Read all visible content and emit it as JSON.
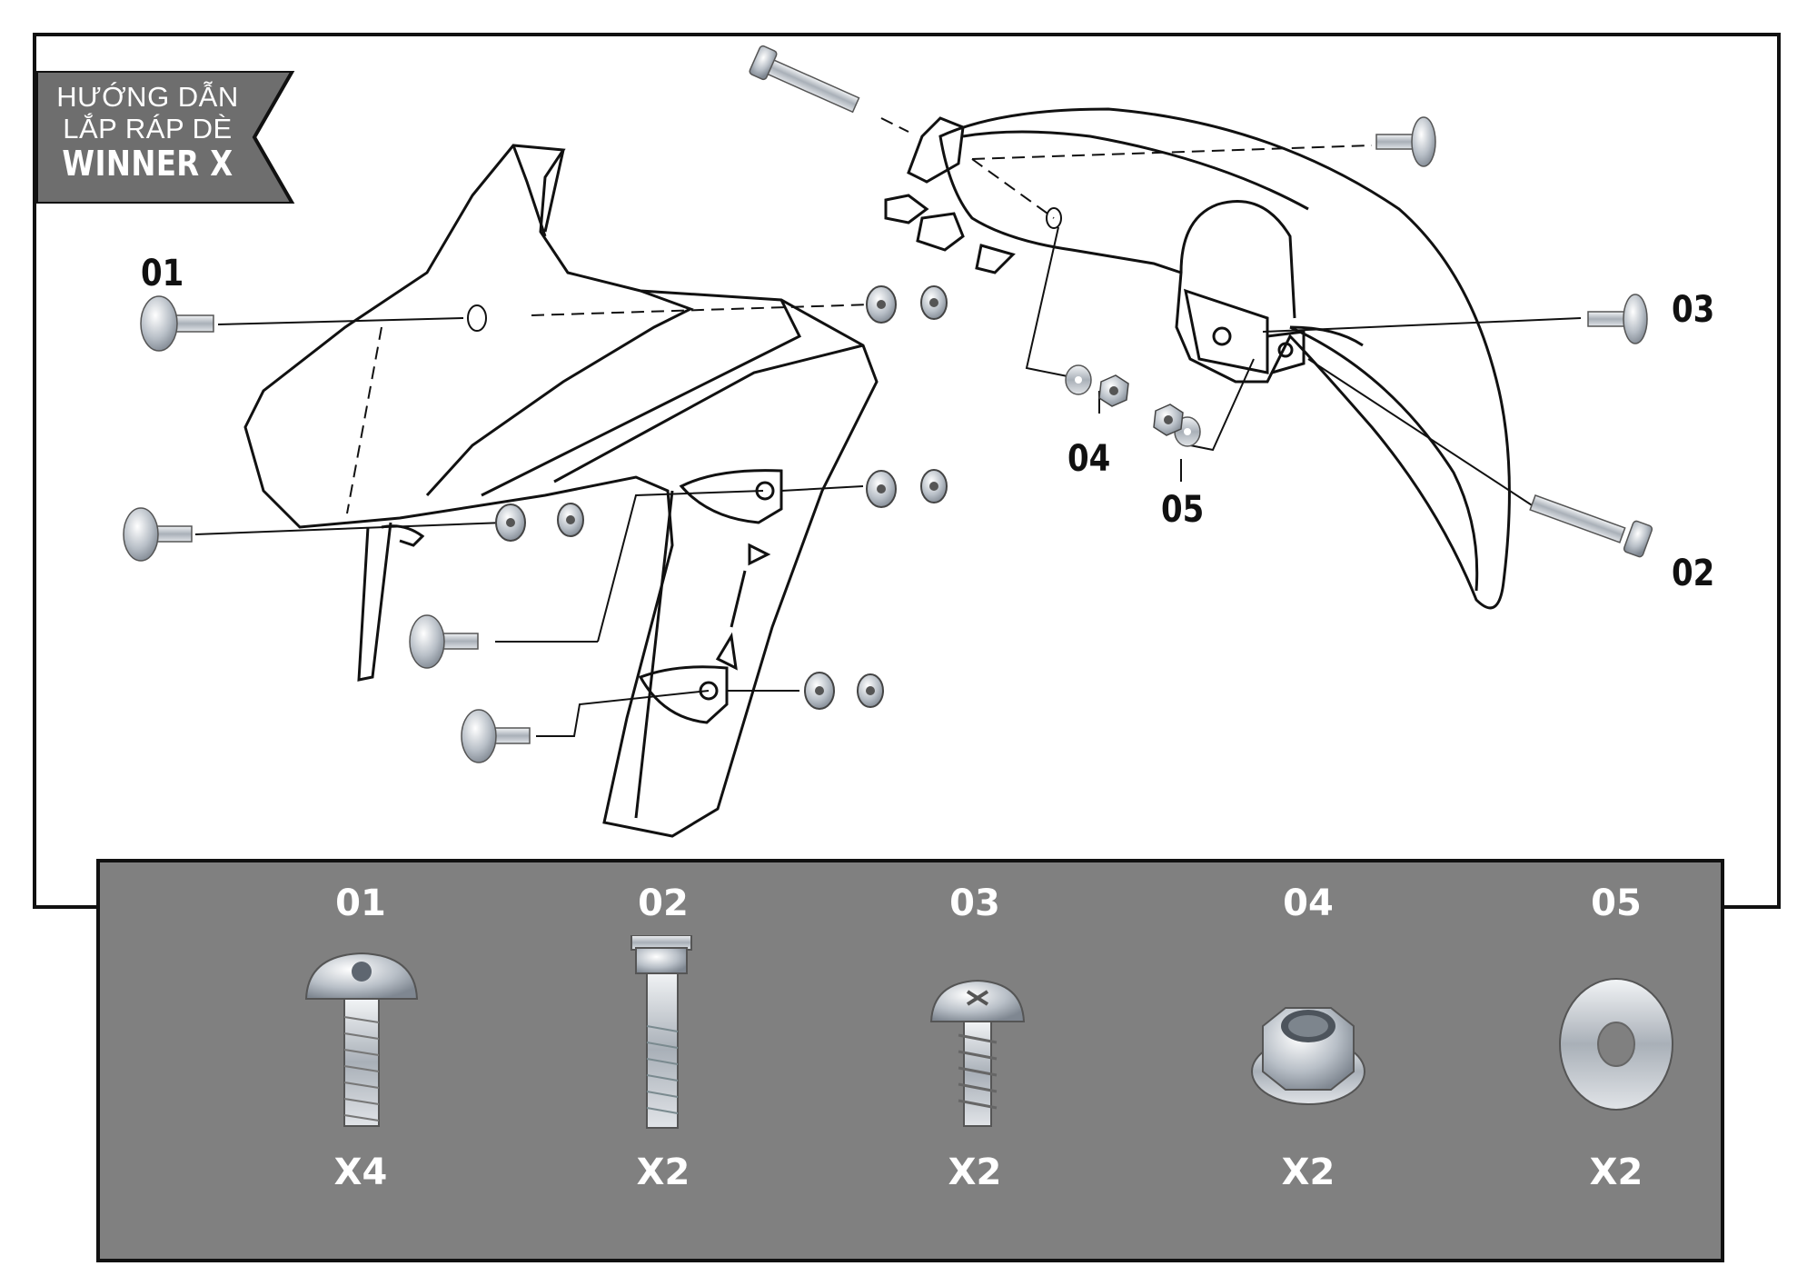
{
  "title": {
    "line1": "HƯỚNG DẪN",
    "line2": "LẮP RÁP DÈ",
    "line3": "WINNER X"
  },
  "callouts": {
    "c01": "01",
    "c02": "02",
    "c03": "03",
    "c04": "04",
    "c05": "05"
  },
  "parts": [
    {
      "number": "01",
      "quantity": "X4",
      "icon": "button-head-bolt-icon"
    },
    {
      "number": "02",
      "quantity": "X2",
      "icon": "flange-bolt-icon"
    },
    {
      "number": "03",
      "quantity": "X2",
      "icon": "tapping-screw-icon"
    },
    {
      "number": "04",
      "quantity": "X2",
      "icon": "flange-nut-icon"
    },
    {
      "number": "05",
      "quantity": "X2",
      "icon": "flat-washer-icon"
    }
  ],
  "colors": {
    "panel": "#808080",
    "banner": "#6e6e6e",
    "line": "#111111",
    "metal": "#c9ced4"
  }
}
